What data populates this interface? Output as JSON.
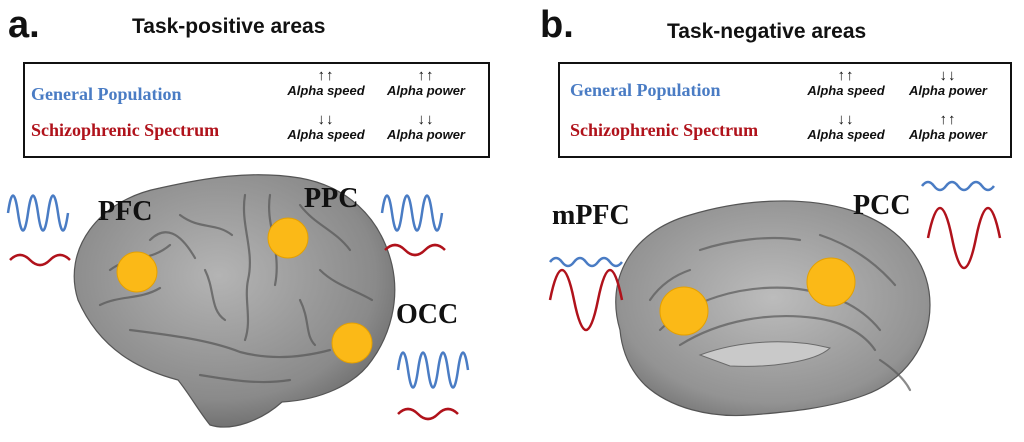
{
  "panels": [
    {
      "letter": "a.",
      "title": "Task-positive areas",
      "legend": {
        "general_label": "General Population",
        "schizo_label": "Schizophrenic Spectrum",
        "general_speed_arrows": "↑↑",
        "general_speed_label": "Alpha speed",
        "general_power_arrows": "↑↑",
        "general_power_label": "Alpha power",
        "schizo_speed_arrows": "↓↓",
        "schizo_speed_label": "Alpha speed",
        "schizo_power_arrows": "↓↓",
        "schizo_power_label": "Alpha power"
      },
      "regions": [
        "PFC",
        "PPC",
        "OCC"
      ]
    },
    {
      "letter": "b.",
      "title": "Task-negative areas",
      "legend": {
        "general_label": "General Population",
        "schizo_label": "Schizophrenic Spectrum",
        "general_speed_arrows": "↑↑",
        "general_speed_label": "Alpha speed",
        "general_power_arrows": "↓↓",
        "general_power_label": "Alpha power",
        "schizo_speed_arrows": "↓↓",
        "schizo_speed_label": "Alpha speed",
        "schizo_power_arrows": "↑↑",
        "schizo_power_label": "Alpha power"
      },
      "regions": [
        "mPFC",
        "PCC"
      ]
    }
  ],
  "colors": {
    "general": "#4a7cc4",
    "schizo": "#b0121b",
    "region_marker": "#fbb917",
    "brain": "#8e8e8e"
  }
}
